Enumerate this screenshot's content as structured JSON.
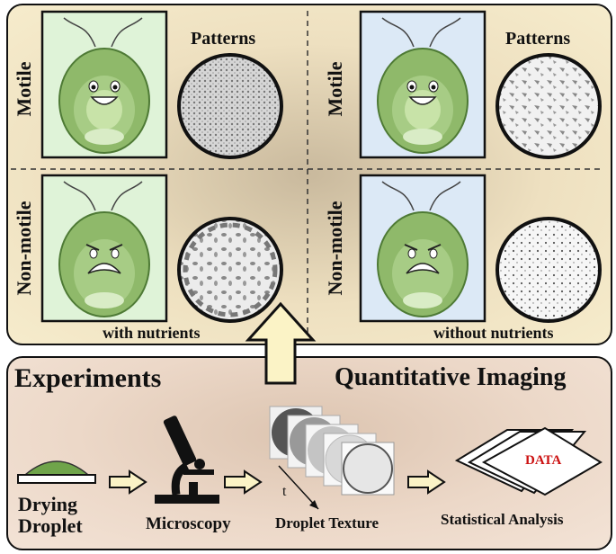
{
  "quadrants": {
    "top_left": {
      "row_label": "Motile",
      "patterns_label": "Patterns"
    },
    "top_right": {
      "row_label": "Motile",
      "patterns_label": "Patterns"
    },
    "bottom_left": {
      "row_label": "Non-motile"
    },
    "bottom_right": {
      "row_label": "Non-motile"
    }
  },
  "conditions": {
    "left": "with nutrients",
    "right": "without nutrients"
  },
  "sections": {
    "experiments": "Experiments",
    "imaging": "Quantitative Imaging"
  },
  "steps": {
    "drying_line1": "Drying",
    "drying_line2": "Droplet",
    "microscopy": "Microscopy",
    "texture": "Droplet Texture",
    "time_symbol": "t",
    "analysis": "Statistical Analysis",
    "data_label": "DATA"
  },
  "colors": {
    "motile_bg_left": "#dff3d8",
    "motile_bg_right": "#dce9f6",
    "cell_green": "#8fb96a",
    "data_red": "#cc1111"
  }
}
